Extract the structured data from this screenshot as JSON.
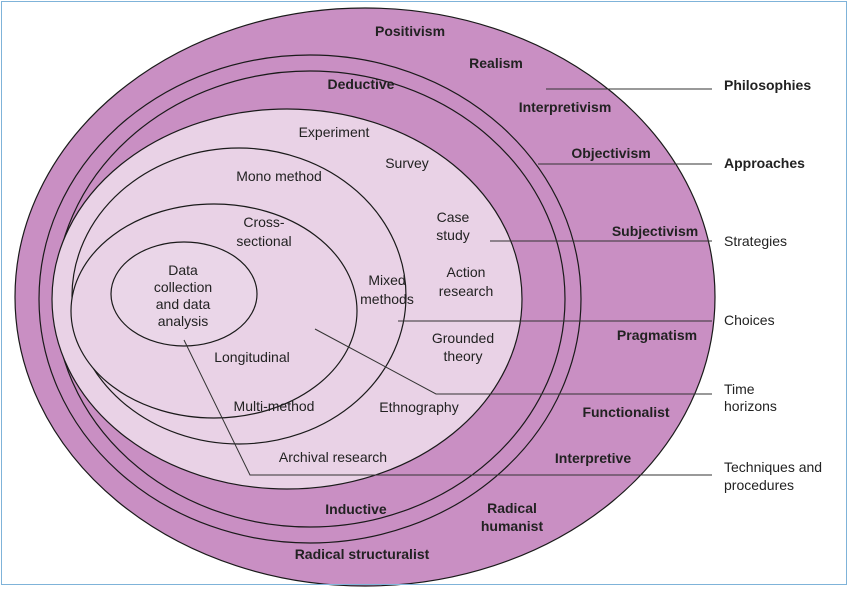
{
  "colors": {
    "outer_fill": "#c98fc3",
    "inner_fill": "#e9d2e6",
    "center_fill": "#ead6e8",
    "stroke": "#1a1a1a",
    "line": "#333333",
    "text": "#222222"
  },
  "layers": {
    "philosophies": [
      "Positivism",
      "Realism",
      "Interpretivism",
      "Objectivism",
      "Subjectivism",
      "Pragmatism",
      "Functionalist",
      "Interpretive",
      "Radical humanist",
      "Radical structuralist"
    ],
    "approaches": [
      "Deductive",
      "Inductive"
    ],
    "strategies": [
      "Experiment",
      "Survey",
      "Case study",
      "Action research",
      "Grounded theory",
      "Ethnography",
      "Archival research"
    ],
    "choices": [
      "Mono method",
      "Mixed methods",
      "Multi-method"
    ],
    "time_horizons": [
      "Cross-sectional",
      "Longitudinal"
    ],
    "core": "Data collection and data analysis"
  },
  "legend": {
    "philosophies": "Philosophies",
    "approaches": "Approaches",
    "strategies": "Strategies",
    "choices": "Choices",
    "time_horizons_1": "Time",
    "time_horizons_2": "horizons",
    "techniques_1": "Techniques and",
    "techniques_2": "procedures"
  },
  "text": {
    "positivism": "Positivism",
    "realism": "Realism",
    "interpretivism": "Interpretivism",
    "objectivism": "Objectivism",
    "subjectivism": "Subjectivism",
    "pragmatism": "Pragmatism",
    "functionalist": "Functionalist",
    "interpretive": "Interpretive",
    "radical_humanist_1": "Radical",
    "radical_humanist_2": "humanist",
    "radical_structuralist": "Radical structuralist",
    "deductive": "Deductive",
    "inductive": "Inductive",
    "experiment": "Experiment",
    "survey": "Survey",
    "case_study_1": "Case",
    "case_study_2": "study",
    "action_research_1": "Action",
    "action_research_2": "research",
    "grounded_theory_1": "Grounded",
    "grounded_theory_2": "theory",
    "ethnography": "Ethnography",
    "archival_research": "Archival research",
    "mono_method": "Mono method",
    "mixed_methods_1": "Mixed",
    "mixed_methods_2": "methods",
    "multi_method": "Multi-method",
    "cross_sectional_1": "Cross-",
    "cross_sectional_2": "sectional",
    "longitudinal": "Longitudinal",
    "core_1": "Data",
    "core_2": "collection",
    "core_3": "and data",
    "core_4": "analysis"
  }
}
